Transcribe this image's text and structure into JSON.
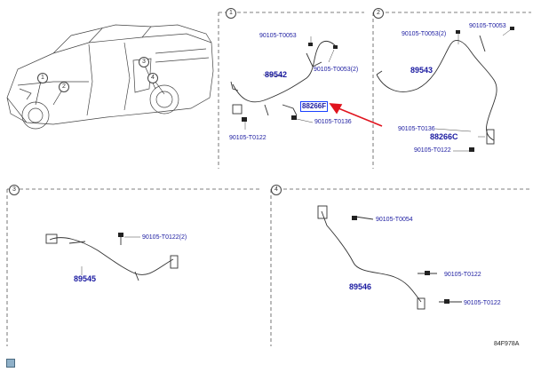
{
  "diagram": {
    "code": "84F978A",
    "sections": [
      {
        "num": "1",
        "part": "89542"
      },
      {
        "num": "2",
        "part": "89543"
      },
      {
        "num": "3",
        "part": "89545"
      },
      {
        "num": "4",
        "part": "89546"
      }
    ],
    "s1_labels": {
      "t0053_top": "90105-T0053",
      "t0053_2": "90105-T0053(2)",
      "t0136": "90105-T0136",
      "t0122": "90105-T0122",
      "highlight": "88266F"
    },
    "s2_labels": {
      "t0053_2": "90105-T0053(2)",
      "t0053": "90105-T0053",
      "t0136": "90105-T0136",
      "c88266": "88266C",
      "t0122": "90105-T0122"
    },
    "s3_labels": {
      "t0122_2": "90105-T0122(2)"
    },
    "s4_labels": {
      "t0054": "90105-T0054",
      "t0122_a": "90105-T0122",
      "t0122_b": "90105-T0122"
    },
    "car_callouts": [
      "1",
      "2",
      "3",
      "4"
    ],
    "colors": {
      "label": "#1a1aa0",
      "highlight_box": "#1a40ff",
      "arrow": "#e0141e",
      "line": "#333333"
    }
  }
}
